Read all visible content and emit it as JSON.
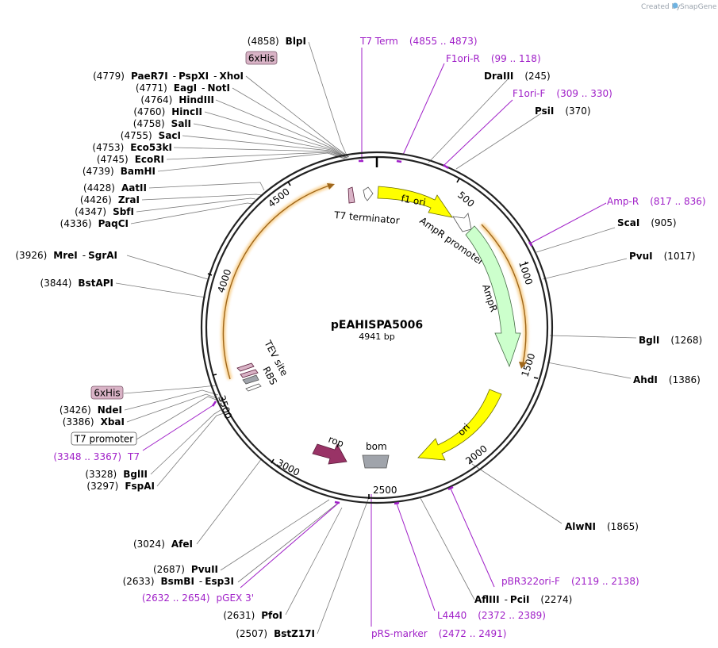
{
  "credit": {
    "prefix": "Created by",
    "brand": "SnapGene"
  },
  "plasmid": {
    "name": "pEAHISPA5006",
    "size": "4941 bp"
  },
  "ticks": [
    "500",
    "1000",
    "1500",
    "2000",
    "2500",
    "3000",
    "3500",
    "4000",
    "4500"
  ],
  "features": {
    "f1ori": "f1 ori",
    "ampr_promoter": "AmpR promoter",
    "ampr": "AmpR",
    "ori": "ori",
    "bom": "bom",
    "rop": "rop",
    "t7term": "T7 terminator",
    "tev": "TEV site",
    "rbs": "RBS"
  },
  "boxes": {
    "his_top": "6xHis",
    "his_bottom": "6xHis",
    "t7prom": "T7 promoter"
  },
  "enzymes": {
    "blpi": {
      "pos": "(4858)",
      "name": "BlpI"
    },
    "paer7i": {
      "pos": "(4779)",
      "name": "PaeR7I",
      "sep1": "-",
      "name2": "PspXI",
      "sep2": "-",
      "name3": "XhoI"
    },
    "eagi": {
      "pos": "(4771)",
      "name": "EagI",
      "sep1": "-",
      "name2": "NotI"
    },
    "hindiii": {
      "pos": "(4764)",
      "name": "HindIII"
    },
    "hincii": {
      "pos": "(4760)",
      "name": "HincII"
    },
    "sali": {
      "pos": "(4758)",
      "name": "SalI"
    },
    "saci": {
      "pos": "(4755)",
      "name": "SacI"
    },
    "eco53ki": {
      "pos": "(4753)",
      "name": "Eco53kI"
    },
    "ecori": {
      "pos": "(4745)",
      "name": "EcoRI"
    },
    "bamhi": {
      "pos": "(4739)",
      "name": "BamHI"
    },
    "aatii": {
      "pos": "(4428)",
      "name": "AatII"
    },
    "zrai": {
      "pos": "(4426)",
      "name": "ZraI"
    },
    "sbfi": {
      "pos": "(4347)",
      "name": "SbfI"
    },
    "paqci": {
      "pos": "(4336)",
      "name": "PaqCI"
    },
    "mrei": {
      "pos": "(3926)",
      "name": "MreI",
      "sep1": "-",
      "name2": "SgrAI"
    },
    "bstapi": {
      "pos": "(3844)",
      "name": "BstAPI"
    },
    "ndei": {
      "pos": "(3426)",
      "name": "NdeI"
    },
    "xbai": {
      "pos": "(3386)",
      "name": "XbaI"
    },
    "bglii": {
      "pos": "(3328)",
      "name": "BglII"
    },
    "fspai": {
      "pos": "(3297)",
      "name": "FspAI"
    },
    "afei": {
      "pos": "(3024)",
      "name": "AfeI"
    },
    "pvuii": {
      "pos": "(2687)",
      "name": "PvuII"
    },
    "bsmbi": {
      "pos": "(2633)",
      "name": "BsmBI",
      "sep1": "-",
      "name2": "Esp3I"
    },
    "pfoi": {
      "pos": "(2631)",
      "name": "PfoI"
    },
    "bstz17i": {
      "pos": "(2507)",
      "name": "BstZ17I"
    },
    "draiii": {
      "name": "DraIII",
      "pos": "(245)"
    },
    "psii": {
      "name": "PsiI",
      "pos": "(370)"
    },
    "scai": {
      "name": "ScaI",
      "pos": "(905)"
    },
    "pvui": {
      "name": "PvuI",
      "pos": "(1017)"
    },
    "bgli": {
      "name": "BglI",
      "pos": "(1268)"
    },
    "ahdi": {
      "name": "AhdI",
      "pos": "(1386)"
    },
    "alwni": {
      "name": "AlwNI",
      "pos": "(1865)"
    },
    "afliii": {
      "name": "AflIII",
      "sep1": "-",
      "name2": "PciI",
      "pos": "(2274)"
    }
  },
  "primers": {
    "t7term": {
      "name": "T7 Term",
      "range": "(4855 .. 4873)"
    },
    "f1orir": {
      "name": "F1ori-R",
      "range": "(99 .. 118)"
    },
    "f1orif": {
      "name": "F1ori-F",
      "range": "(309 .. 330)"
    },
    "ampr": {
      "name": "Amp-R",
      "range": "(817 .. 836)"
    },
    "pbr322": {
      "name": "pBR322ori-F",
      "range": "(2119 .. 2138)"
    },
    "l4440": {
      "name": "L4440",
      "range": "(2372 .. 2389)"
    },
    "prs": {
      "name": "pRS-marker",
      "range": "(2472 .. 2491)"
    },
    "pgex3": {
      "range": "(2632 .. 2654)",
      "name": "pGEX 3'"
    },
    "t7": {
      "range": "(3348 .. 3367)",
      "name": "T7"
    }
  },
  "colors": {
    "backbone": "#222222",
    "f1ori": "#ffff00",
    "ori": "#ffff00",
    "ampr": "#ccffcc",
    "orf": "#f5b041",
    "rop": "#993366",
    "bom": "#a0a4ab",
    "tag": "#d9b3c6",
    "primer": "#a020c8",
    "leader": "#7a7a7a"
  }
}
